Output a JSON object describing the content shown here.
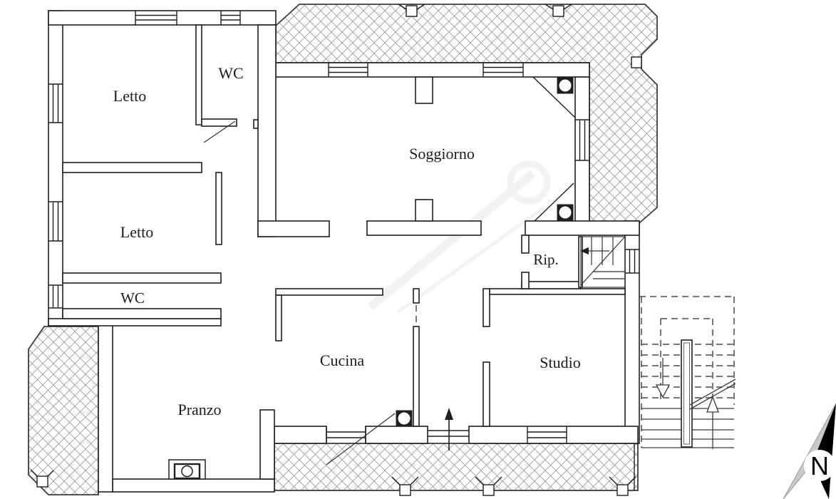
{
  "plan": {
    "rooms": [
      {
        "id": "letto-1",
        "label": "Letto"
      },
      {
        "id": "wc-1",
        "label": "WC"
      },
      {
        "id": "letto-2",
        "label": "Letto"
      },
      {
        "id": "wc-2",
        "label": "WC"
      },
      {
        "id": "soggiorno",
        "label": "Soggiorno"
      },
      {
        "id": "rip",
        "label": "Rip."
      },
      {
        "id": "cucina",
        "label": "Cucina"
      },
      {
        "id": "studio",
        "label": "Studio"
      },
      {
        "id": "pranzo",
        "label": "Pranzo"
      }
    ],
    "compass": {
      "label": "N"
    },
    "icons": [
      "north-arrow-icon",
      "entry-arrow-icon",
      "stair-direction-arrow-icon",
      "stair-up-arrow-icon",
      "stair-down-arrow-icon",
      "fireplace-icon",
      "column-icon",
      "window-icon",
      "terrace-hatch"
    ],
    "colors": {
      "wall": "#1f1f1f",
      "hatch": "#9c9c9c",
      "terrace_outline": "#3d3d3d",
      "background": "#ffffff",
      "dashed": "#4a4a4a",
      "compass_dark": "#000000",
      "compass_light": "#c9c9c9"
    }
  }
}
